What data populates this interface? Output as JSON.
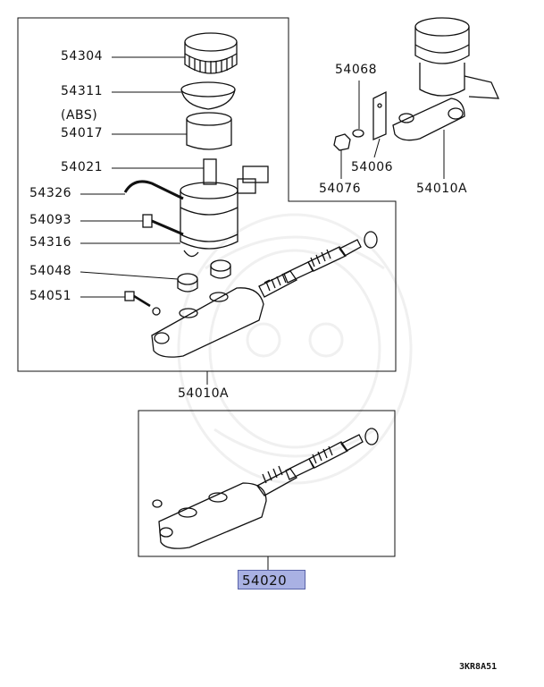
{
  "callouts": {
    "c54304": "54304",
    "c54311": "54311",
    "abs": "(ABS)",
    "c54017": "54017",
    "c54021": "54021",
    "c54326": "54326",
    "c54093": "54093",
    "c54316": "54316",
    "c54048": "54048",
    "c54051": "54051",
    "c54068": "54068",
    "c54006": "54006",
    "c54076": "54076",
    "c54010a_side": "54010A",
    "c54010a_main": "54010A",
    "c54020": "54020"
  },
  "highlight": {
    "part": "54020",
    "color": "#a9b1e3"
  },
  "diagram_code": "3KR8A51"
}
